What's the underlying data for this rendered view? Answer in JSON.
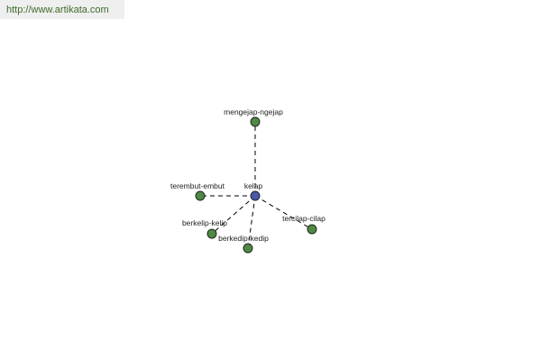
{
  "banner": {
    "url_text": "http://www.artikata.com"
  },
  "graph": {
    "center": {
      "id": "kelap",
      "label": "kelap",
      "color": "#4a5aa8"
    },
    "node_color": "#4e8a44",
    "nodes": [
      {
        "id": "mengejap-ngejap",
        "label": "mengejap-ngejap"
      },
      {
        "id": "terembut-embut",
        "label": "terembut-embut"
      },
      {
        "id": "berkelip-kelip",
        "label": "berkelip-kelip"
      },
      {
        "id": "berkedip-kedip",
        "label": "berkedip-kedip"
      },
      {
        "id": "tercilap-cilap",
        "label": "tercilap-cilap"
      }
    ]
  }
}
